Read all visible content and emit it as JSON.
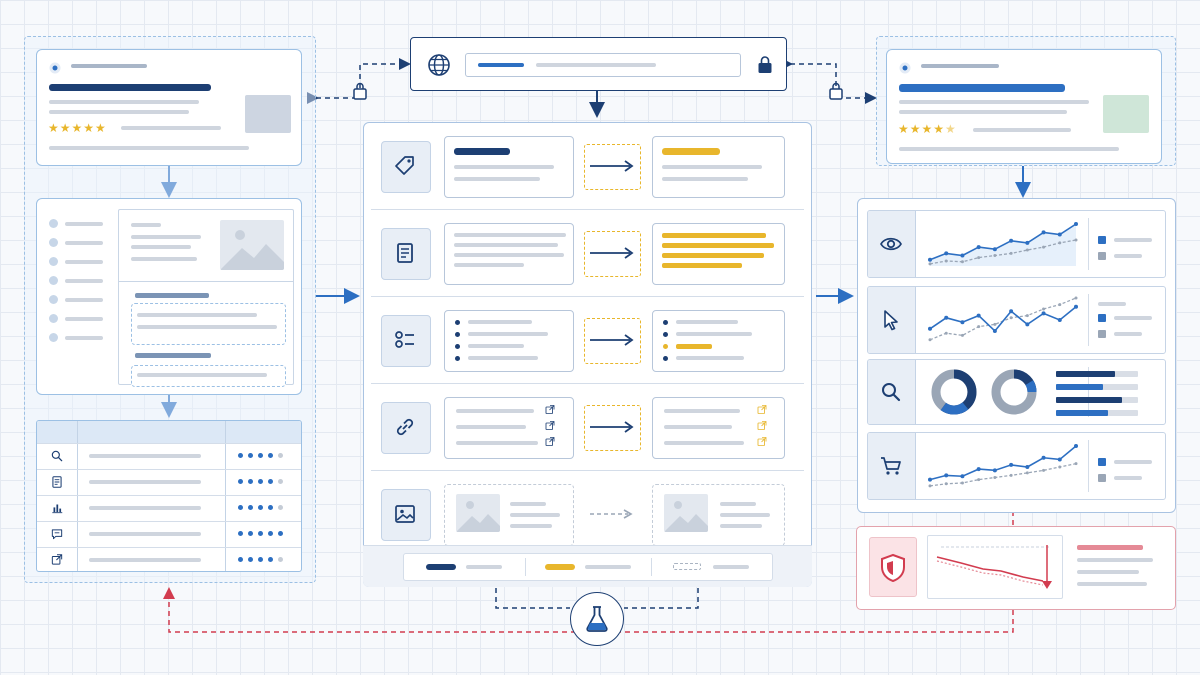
{
  "colors": {
    "navy": "#1d3f73",
    "blue": "#2d6fc2",
    "gold": "#e8b62c",
    "red": "#d23c4f",
    "panel_border": "#9cc0e4"
  },
  "left_column": {
    "product_card": {
      "rating_stars": 5,
      "icons": [
        "badge-icon",
        "image-placeholder"
      ]
    },
    "detail_page": {
      "nav_items": 7
    },
    "table": {
      "rows": [
        {
          "icon": "search-icon",
          "rating": 4
        },
        {
          "icon": "document-icon",
          "rating": 4
        },
        {
          "icon": "bar-chart-icon",
          "rating": 4
        },
        {
          "icon": "chat-icon",
          "rating": 5
        },
        {
          "icon": "external-link-icon",
          "rating": 4
        }
      ]
    }
  },
  "center_column": {
    "top_bar": {
      "icons": [
        "globe-icon",
        "lock-icon"
      ]
    },
    "rows": [
      {
        "icon": "tag-icon",
        "source": "title-text",
        "result": "highlighted-title"
      },
      {
        "icon": "document-icon",
        "source": "paragraph-text",
        "result": "highlighted-paragraph"
      },
      {
        "icon": "checklist-icon",
        "source": "bullet-list",
        "result": "highlighted-list"
      },
      {
        "icon": "link-icon",
        "source": "link-list",
        "result": "highlighted-links"
      },
      {
        "icon": "image-icon",
        "source": "image",
        "result": "image-pending"
      }
    ],
    "legend": [
      "navy-key",
      "gold-key",
      "dashed-key"
    ],
    "flask_icon": "flask-icon"
  },
  "right_column": {
    "product_card": {
      "rating_stars": 4.5
    },
    "metrics": [
      {
        "icon": "eye-icon",
        "chart": "line-rising"
      },
      {
        "icon": "cursor-icon",
        "chart": "line-fluctuating"
      },
      {
        "icon": "search-icon",
        "chart": "donuts"
      },
      {
        "icon": "cart-icon",
        "chart": "line-rising"
      }
    ],
    "donut_values": [
      {
        "blue": 0.6,
        "gray": 0.4
      },
      {
        "blue": 0.25,
        "gray": 0.75
      }
    ],
    "hbars": [
      0.72,
      0.57,
      0.8,
      0.63
    ],
    "alert": {
      "icon": "shield-alert-icon",
      "chart": "line-falling"
    }
  }
}
